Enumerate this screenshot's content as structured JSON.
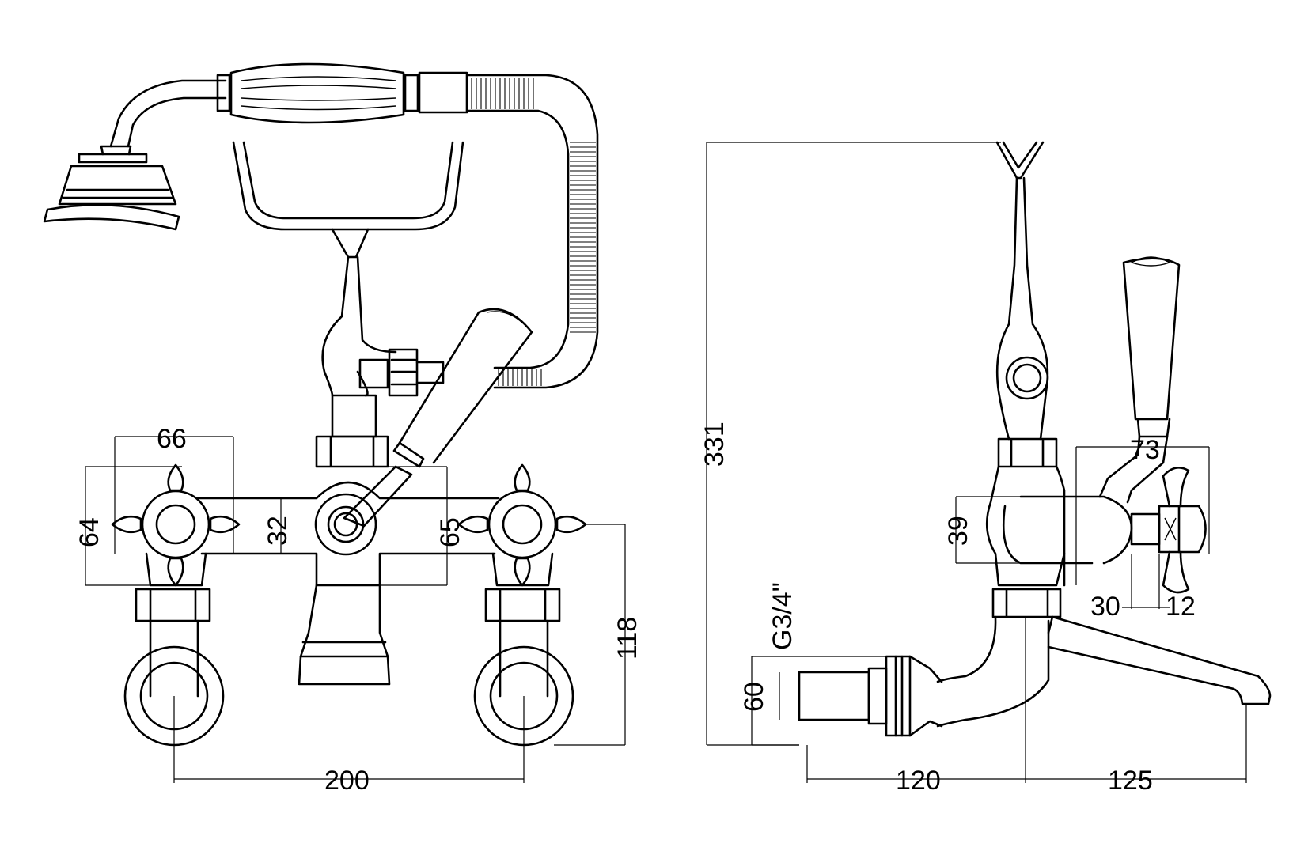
{
  "front_view": {
    "dims": {
      "handle_spacing": "66",
      "handle_height": "64",
      "body_height": "32",
      "lever_height": "65",
      "outlet_height": "118",
      "centres": "200"
    }
  },
  "side_view": {
    "dims": {
      "total_height": "331",
      "lever_width": "73",
      "body_depth": "39",
      "thread": "G3/4\"",
      "outlet_depth": "30",
      "handle_depth": "12",
      "flange": "60",
      "wall_to_centre": "120",
      "spout_projection": "125"
    }
  }
}
